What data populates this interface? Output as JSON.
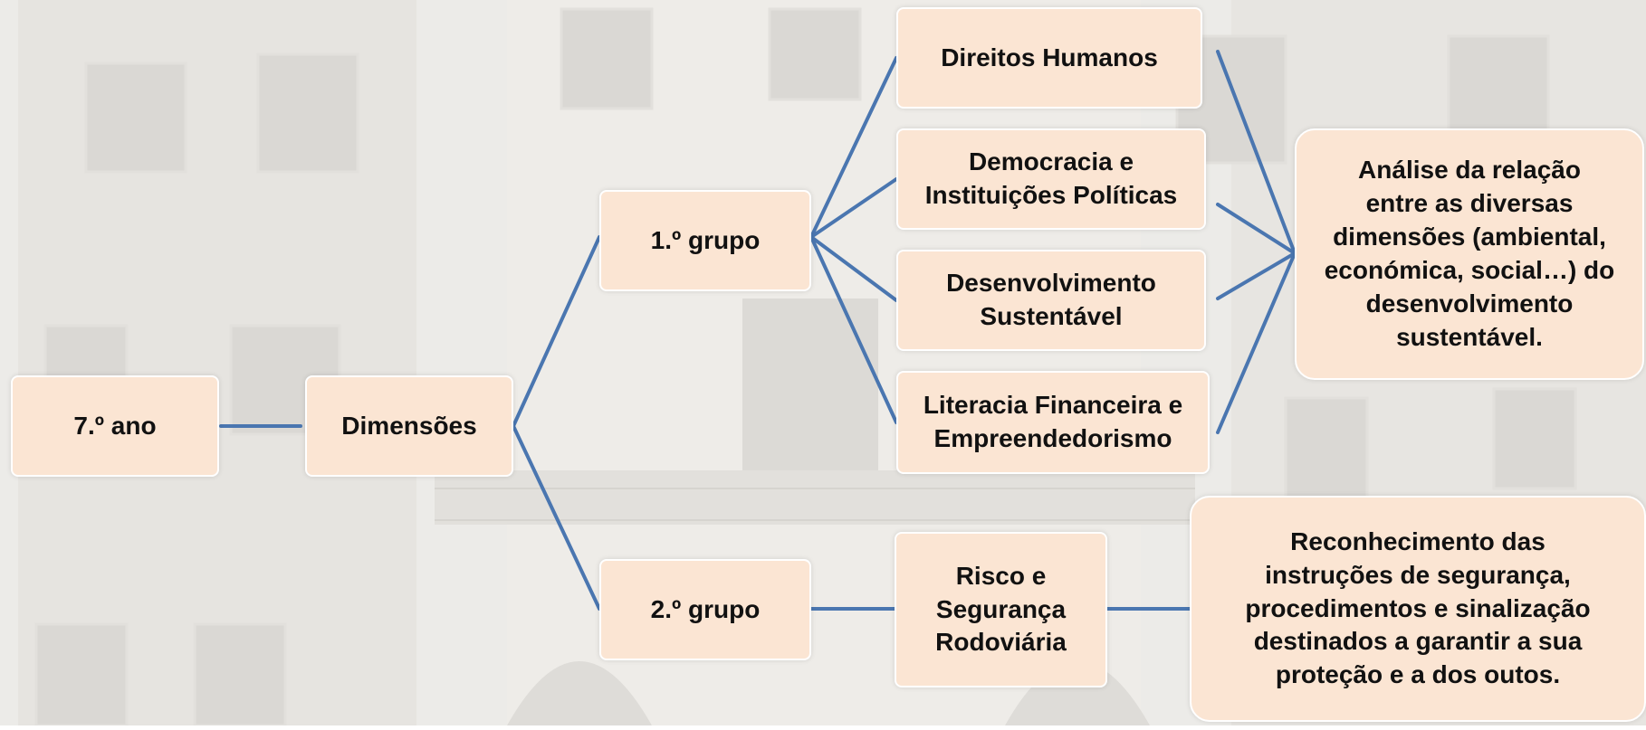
{
  "nodes": {
    "ano": "7.º ano",
    "dimensoes": "Dimensões",
    "grupo1": "1.º grupo",
    "grupo2": "2.º grupo",
    "direitos": "Direitos Humanos",
    "democracia": "Democracia e\nInstituições Políticas",
    "desenvolvimento": "Desenvolvimento\nSustentável",
    "literacia": "Literacia Financeira e\nEmpreendedorismo",
    "risco": "Risco e\nSegurança\nRodoviária",
    "analise": "Análise da relação\nentre as diversas\ndimensões (ambiental,\neconómica, social…) do\ndesenvolvimento\nsustentável.",
    "reconhecimento": "Reconhecimento das\ninstruções de segurança,\nprocedimentos e sinalização\ndestinados a garantir a sua\nproteção e a dos outos."
  },
  "colors": {
    "box_fill": "#fbe5d3",
    "box_border": "#ffffff",
    "connector": "#4a76b0",
    "background": "#e9e7e3"
  }
}
